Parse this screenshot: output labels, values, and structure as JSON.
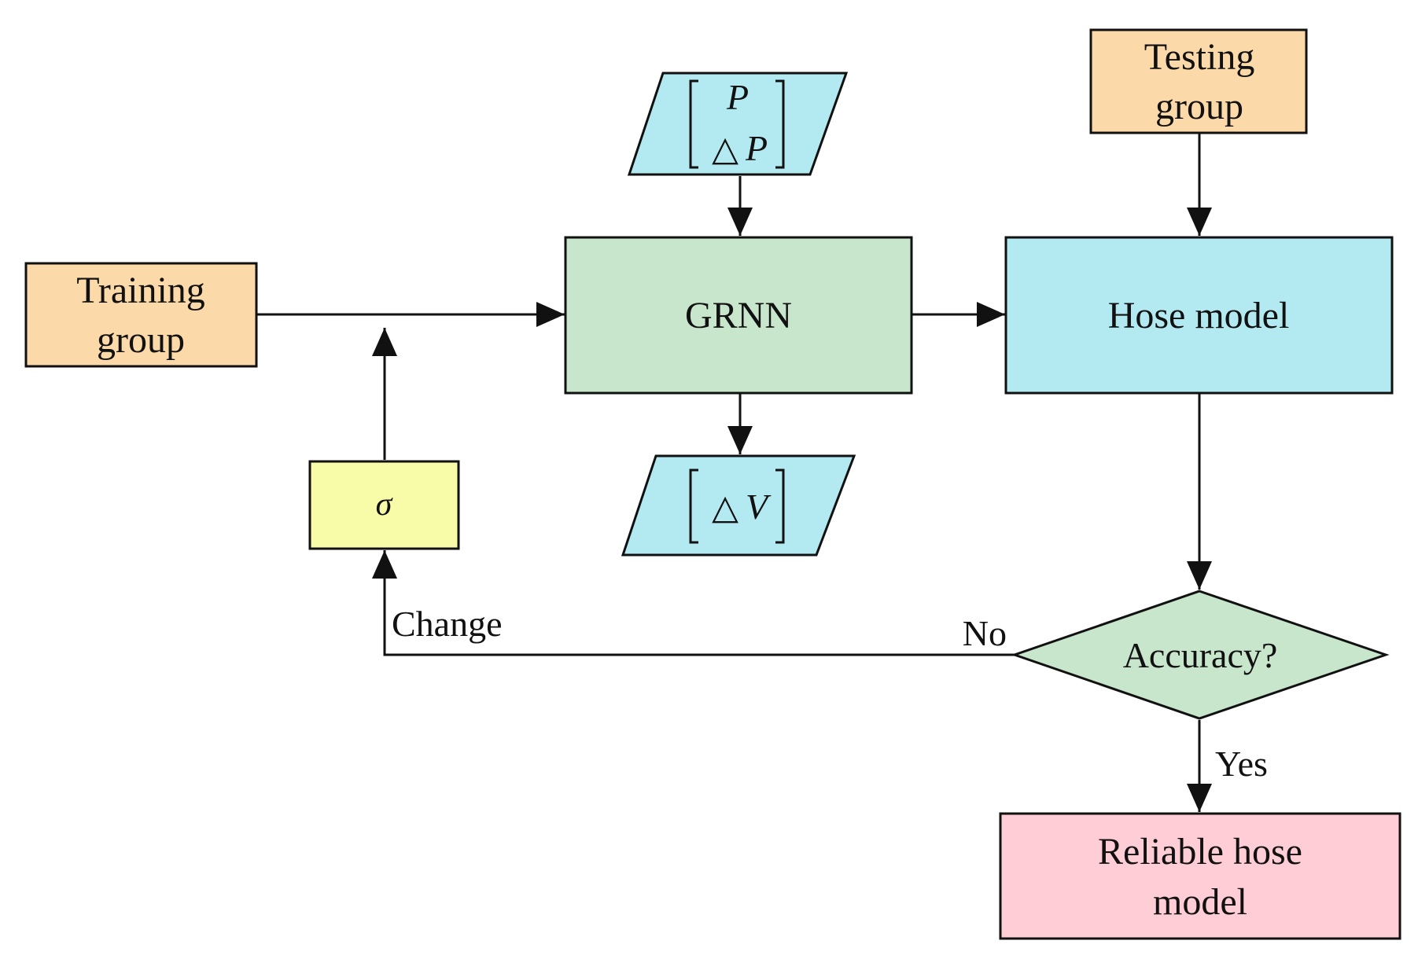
{
  "nodes": {
    "training": {
      "line1": "Training",
      "line2": "group",
      "fill": "#FCD9A8"
    },
    "testing": {
      "line1": "Testing",
      "line2": "group",
      "fill": "#FCD9A8"
    },
    "grnn": {
      "label": "GRNN",
      "fill": "#C8E6CC"
    },
    "hose_model": {
      "label": "Hose model",
      "fill": "#B3EAF2"
    },
    "input_vector": {
      "row1": "P",
      "row2_symbol": "△",
      "row2_var": "P",
      "fill": "#B3EAF2"
    },
    "output_vector": {
      "symbol": "△",
      "var": "V",
      "fill": "#B3EAF2"
    },
    "sigma": {
      "label": "σ",
      "fill": "#F8FCA8"
    },
    "accuracy": {
      "label": "Accuracy?",
      "fill": "#C8E6CC"
    },
    "reliable": {
      "line1": "Reliable hose",
      "line2": "model",
      "fill": "#FFCDD6"
    }
  },
  "edge_labels": {
    "change": "Change",
    "no": "No",
    "yes": "Yes"
  },
  "stroke_color": "#111111"
}
